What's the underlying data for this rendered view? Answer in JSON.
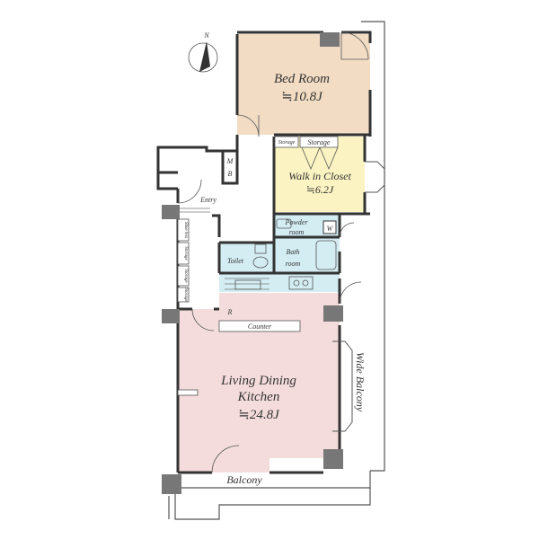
{
  "compass": {
    "label": "N"
  },
  "rooms": {
    "bedroom": {
      "name": "Bed Room",
      "size": "≒10.8J",
      "color": "#f2dcc4"
    },
    "storage_small": {
      "name": "Storage"
    },
    "storage": {
      "name": "Storage"
    },
    "walkin": {
      "name": "Walk in Closet",
      "size": "≒6.2J",
      "color": "#fbf3c2"
    },
    "mb": {
      "line1": "M",
      "line2": "B"
    },
    "entry": {
      "name": "Entry"
    },
    "shoebox": {
      "name": "Shoe box"
    },
    "storage_a": {
      "name": "Storage"
    },
    "storage_b": {
      "name": "Storage"
    },
    "storage_c": {
      "name": "Storage"
    },
    "powder": {
      "line1": "Powder",
      "line2": "room",
      "color": "#d3edf3"
    },
    "washer": {
      "name": "W"
    },
    "toilet": {
      "name": "Toilet"
    },
    "bath": {
      "line1": "Bath",
      "line2": "room"
    },
    "counter": {
      "name": "Counter"
    },
    "ldk": {
      "line1": "Living Dining",
      "line2": "Kitchen",
      "size": "≒24.8J",
      "color": "#f5dcdc"
    },
    "wide_balcony": {
      "name": "Wide Balcony"
    },
    "balcony": {
      "name": "Balcony"
    },
    "r_mark": {
      "name": "R"
    }
  },
  "colors": {
    "wall": "#333333",
    "pillar": "#777777",
    "line": "#555555"
  }
}
